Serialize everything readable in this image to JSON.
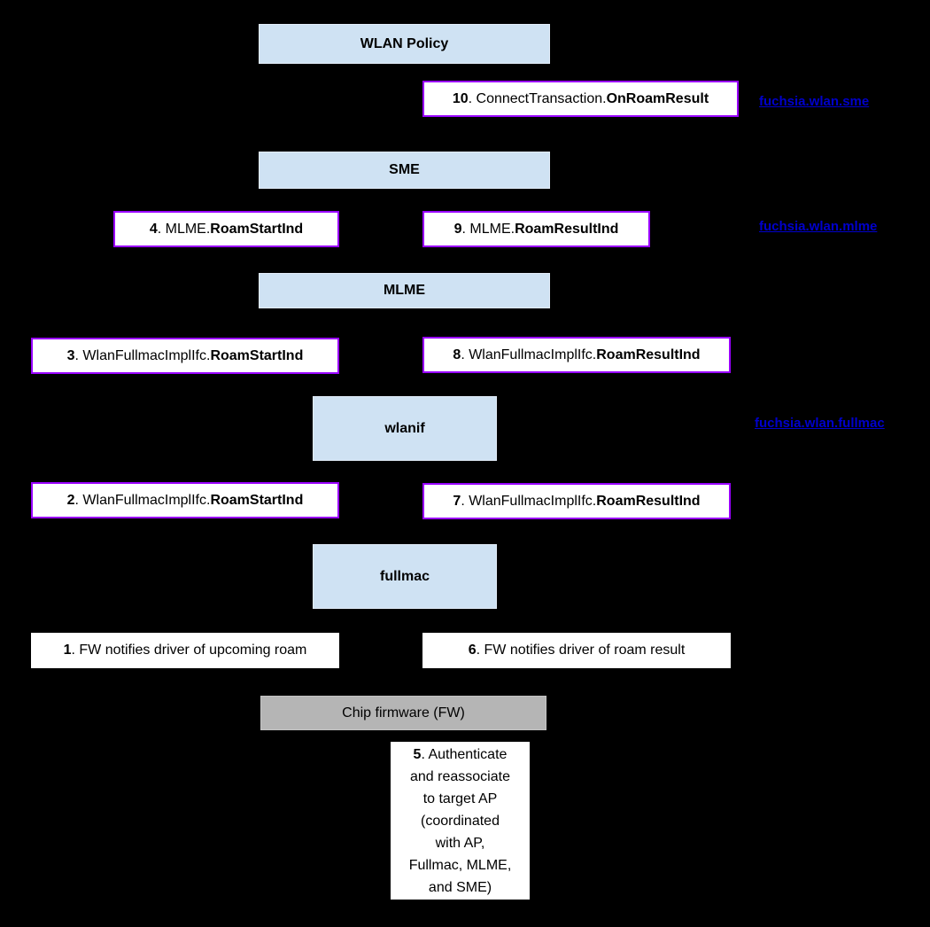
{
  "diagram": {
    "colors": {
      "background": "#000000",
      "layer_fill": "#cfe2f3",
      "firmware_fill": "#b5b5b5",
      "step_border": "#9900ff",
      "link_color": "#0000cc"
    },
    "layers": {
      "wlan_policy": "WLAN Policy",
      "sme": "SME",
      "mlme": "MLME",
      "wlanif": "wlanif",
      "fullmac": "fullmac",
      "chip_firmware": "Chip firmware (FW)"
    },
    "links": {
      "sme": "fuchsia.wlan.sme",
      "mlme": "fuchsia.wlan.mlme",
      "fullmac": "fuchsia.wlan.fullmac"
    },
    "steps": {
      "s1": {
        "num": "1",
        "rest": ". FW notifies driver of upcoming roam",
        "method": ""
      },
      "s2": {
        "num": "2",
        "rest": ". WlanFullmacImplIfc.",
        "method": "RoamStartInd"
      },
      "s3": {
        "num": "3",
        "rest": ". WlanFullmacImplIfc.",
        "method": "RoamStartInd"
      },
      "s4": {
        "num": "4",
        "rest": ". MLME.",
        "method": "RoamStartInd"
      },
      "s5": {
        "num": "5",
        "l1": ". Authenticate",
        "l2": "and reassociate",
        "l3": "to target AP",
        "l4": "(coordinated",
        "l5": "with AP,",
        "l6": "Fullmac, MLME,",
        "l7": "and SME)"
      },
      "s6": {
        "num": "6",
        "rest": ". FW notifies driver of roam result",
        "method": ""
      },
      "s7": {
        "num": "7",
        "rest": ". WlanFullmacImplIfc.",
        "method": "RoamResultInd"
      },
      "s8": {
        "num": "8",
        "rest": ". WlanFullmacImplIfc.",
        "method": "RoamResultInd"
      },
      "s9": {
        "num": "9",
        "rest": ". MLME.",
        "method": "RoamResultInd"
      },
      "s10": {
        "num": "10",
        "rest": ". ConnectTransaction.",
        "method": "OnRoamResult"
      }
    }
  }
}
